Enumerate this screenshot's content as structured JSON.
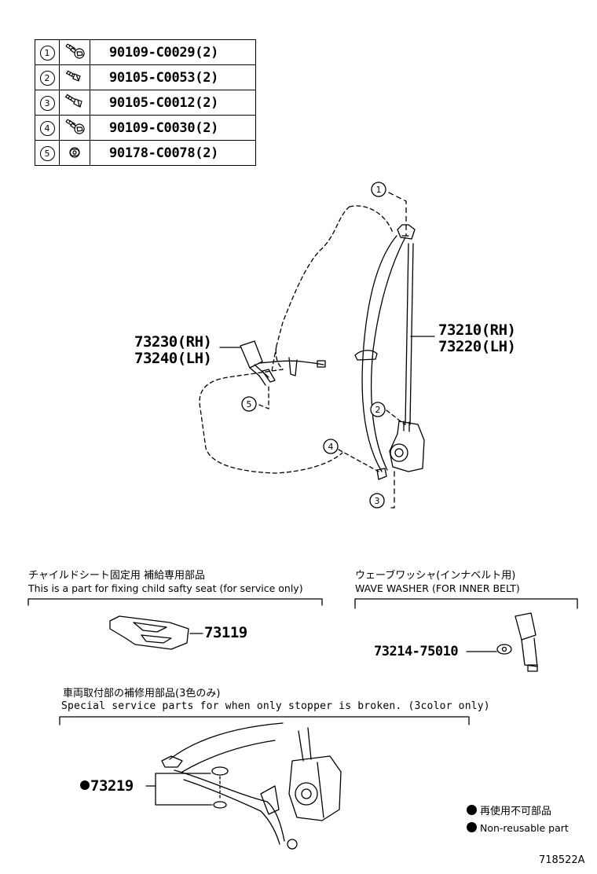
{
  "parts_table": [
    {
      "ref": "1",
      "part_no": "90109-C0029(2)",
      "icon": "bolt-with-flange-icon"
    },
    {
      "ref": "2",
      "part_no": "90105-C0053(2)",
      "icon": "bolt-icon"
    },
    {
      "ref": "3",
      "part_no": "90105-C0012(2)",
      "icon": "bolt-icon"
    },
    {
      "ref": "4",
      "part_no": "90109-C0030(2)",
      "icon": "bolt-with-flange-icon"
    },
    {
      "ref": "5",
      "part_no": "90178-C0078(2)",
      "icon": "nut-icon"
    }
  ],
  "callouts": {
    "buckle_rh": "73230(RH)",
    "buckle_lh": "73240(LH)",
    "belt_rh": "73210(RH)",
    "belt_lh": "73220(LH)",
    "ref1": "1",
    "ref2": "2",
    "ref3": "3",
    "ref4": "4",
    "ref5": "5"
  },
  "child_seat_section": {
    "title_jp": "チャイルドシート固定用 補給専用部品",
    "title_en": "This is a part for fixing child safty seat (for service only)",
    "part_no": "73119"
  },
  "wave_washer_section": {
    "title_jp": "ウェーブワッシャ(インナベルト用)",
    "title_en": "WAVE WASHER (FOR INNER BELT)",
    "part_no": "73214-75010"
  },
  "stopper_section": {
    "title_jp": "車両取付部の補修用部品(3色のみ)",
    "title_en": "Special service parts for when only stopper is broken. (3color only)",
    "part_no": "73219"
  },
  "legend": {
    "jp": "再使用不可部品",
    "en": "Non-reusable part"
  },
  "diagram_id": "718522A"
}
